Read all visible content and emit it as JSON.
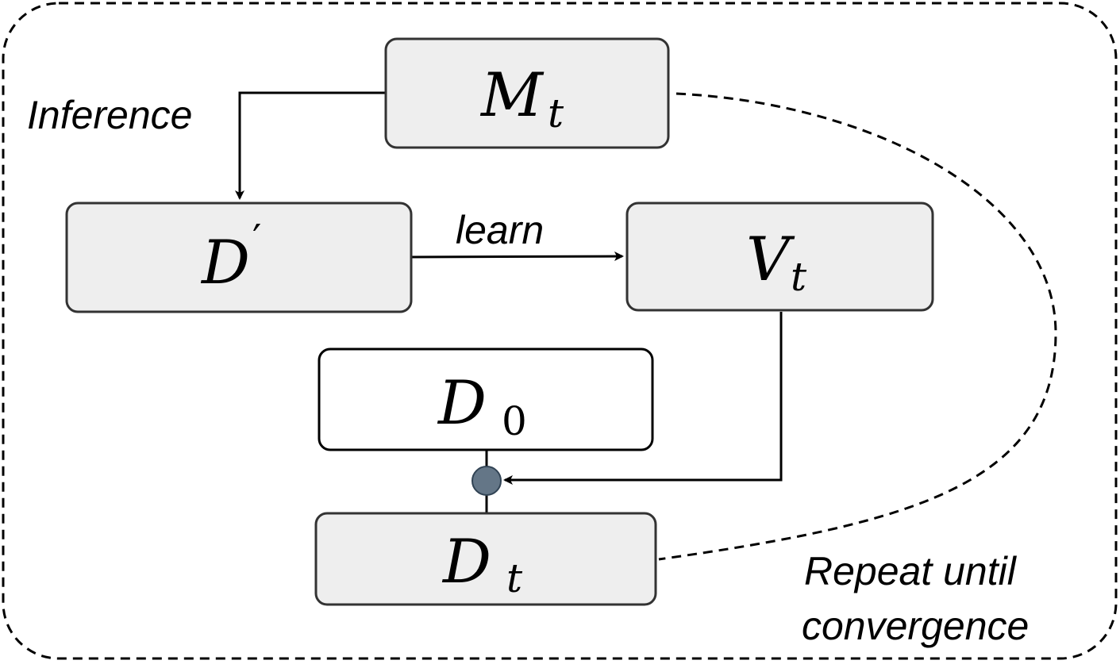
{
  "nodes": {
    "m_t": {
      "main": "M",
      "sub": "t"
    },
    "d_prime": {
      "main": "D",
      "sup": "′"
    },
    "v_t": {
      "main": "V",
      "sub": "t"
    },
    "d_0": {
      "main": "D",
      "sub": "0"
    },
    "d_t": {
      "main": "D",
      "sub": "t"
    }
  },
  "labels": {
    "inference": "Inference",
    "learn": "learn",
    "repeat_line1": "Repeat until",
    "repeat_line2": "convergence"
  },
  "colors": {
    "node_fill": "#eeeeee",
    "node_fill_plain": "#ffffff",
    "stroke": "#000000",
    "merge_dot": "#647687",
    "merge_dot_stroke": "#314354"
  }
}
